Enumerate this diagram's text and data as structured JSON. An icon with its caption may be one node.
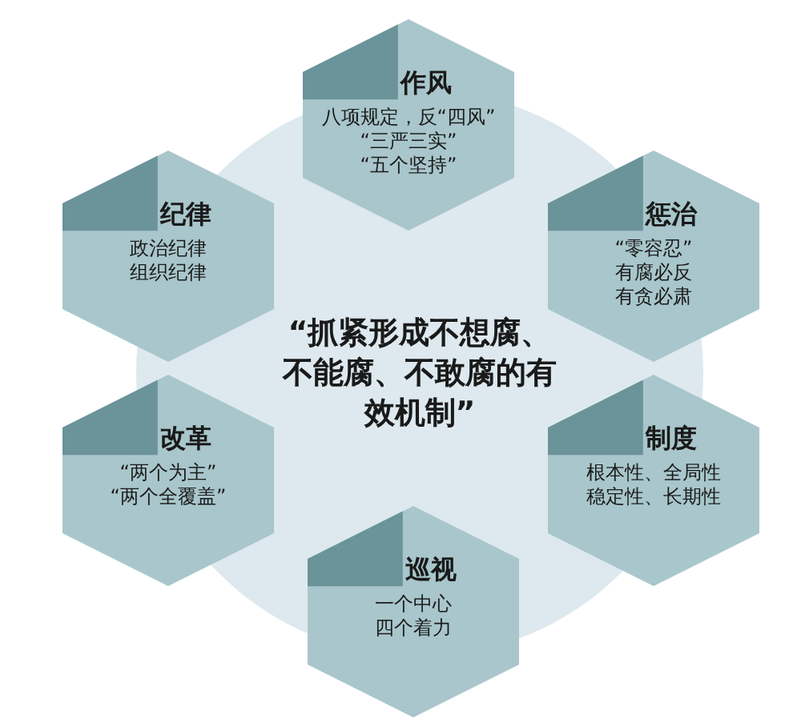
{
  "diagram": {
    "nodes": [
      {
        "text": [
          "“抓紧形成不想腐、不能腐、不敢腐的有效机制”"
        ]
      },
      {
        "text": [
          "作风",
          "八项规定，反“四风”",
          "“三严三实”",
          "“五个坚持”"
        ]
      },
      {
        "text": [
          "纪律",
          "政治纪律",
          "组织纪律"
        ]
      },
      {
        "text": [
          "惩治",
          "“零容忍”",
          "有腐必反",
          "有贪必肃"
        ]
      },
      {
        "text": [
          "改革",
          "“两个为主”",
          "“两个全覆盖”"
        ]
      },
      {
        "text": [
          "制度",
          "根本性、全局性",
          "稳定性、长期性"
        ]
      },
      {
        "text": [
          "巡视",
          "一个中心",
          "四个着力"
        ]
      }
    ]
  }
}
